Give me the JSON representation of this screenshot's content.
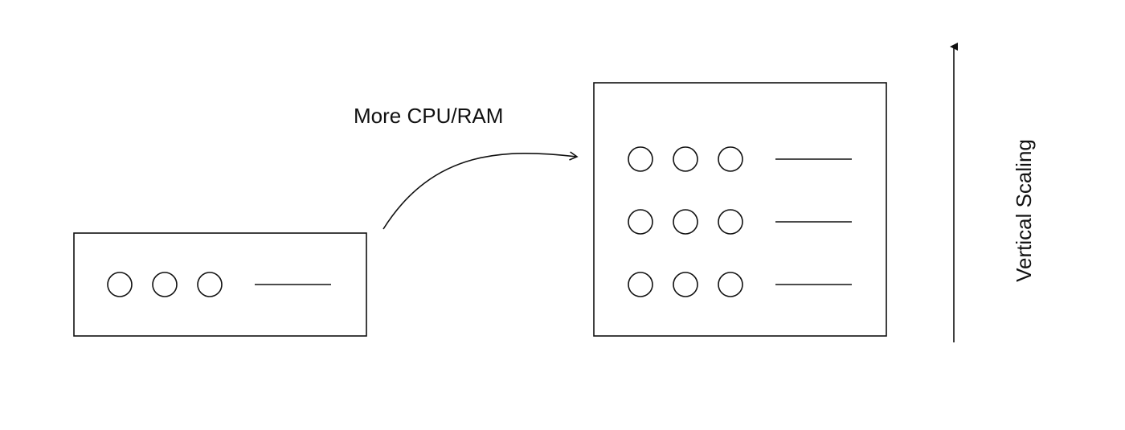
{
  "transition_label": "More CPU/RAM",
  "axis_label": "Vertical Scaling",
  "colors": {
    "stroke": "#111111",
    "background": "#ffffff"
  },
  "small_server": {
    "rows": [
      {
        "indicators": 3
      }
    ]
  },
  "large_server": {
    "rows": [
      {
        "indicators": 3
      },
      {
        "indicators": 3
      },
      {
        "indicators": 3
      }
    ]
  }
}
